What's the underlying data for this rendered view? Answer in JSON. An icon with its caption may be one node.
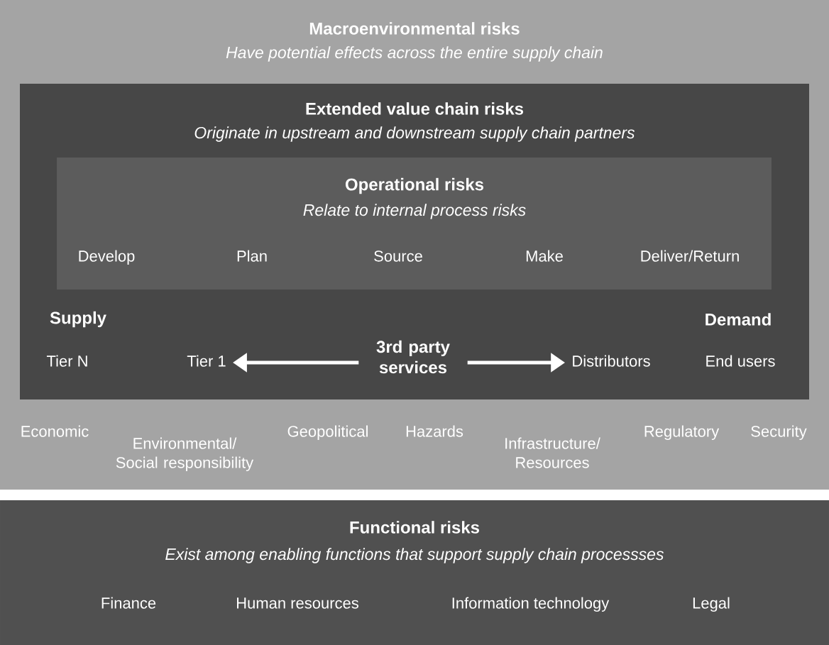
{
  "diagram": {
    "nodes": [
      {
        "text": [
          "Macroenvironmental risks",
          "Have potential effects across the entire supply chain",
          "Economic",
          "Environmental/ Social responsibility",
          "Geopolitical",
          "Hazards",
          "Infrastructure/ Resources",
          "Regulatory",
          "Security"
        ]
      },
      {
        "text": [
          "Extended value chain risks",
          "Originate in upstream and downstream supply chain partners",
          "Supply",
          "Tier N",
          "Demand",
          "End users"
        ],
        "in": 0
      },
      {
        "text": [
          "Operational risks",
          "Relate to internal process risks",
          "Develop",
          "Plan",
          "Source",
          "Make",
          "Deliver/Return"
        ],
        "in": 1
      },
      {
        "text": [
          "3rd party services"
        ],
        "in": 1
      },
      {
        "text": [
          "Tier 1"
        ],
        "in": 1
      },
      {
        "text": [
          "Distributors"
        ],
        "in": 1
      },
      {
        "text": [
          "Functional risks",
          "Exist among enabling functions that support supply chain processses",
          "Finance",
          "Human resources",
          "Information technology",
          "Legal"
        ]
      }
    ],
    "edges": [
      {
        "from": 3,
        "to": 4,
        "arrow": "to"
      },
      {
        "from": 3,
        "to": 5,
        "arrow": "to"
      }
    ]
  }
}
